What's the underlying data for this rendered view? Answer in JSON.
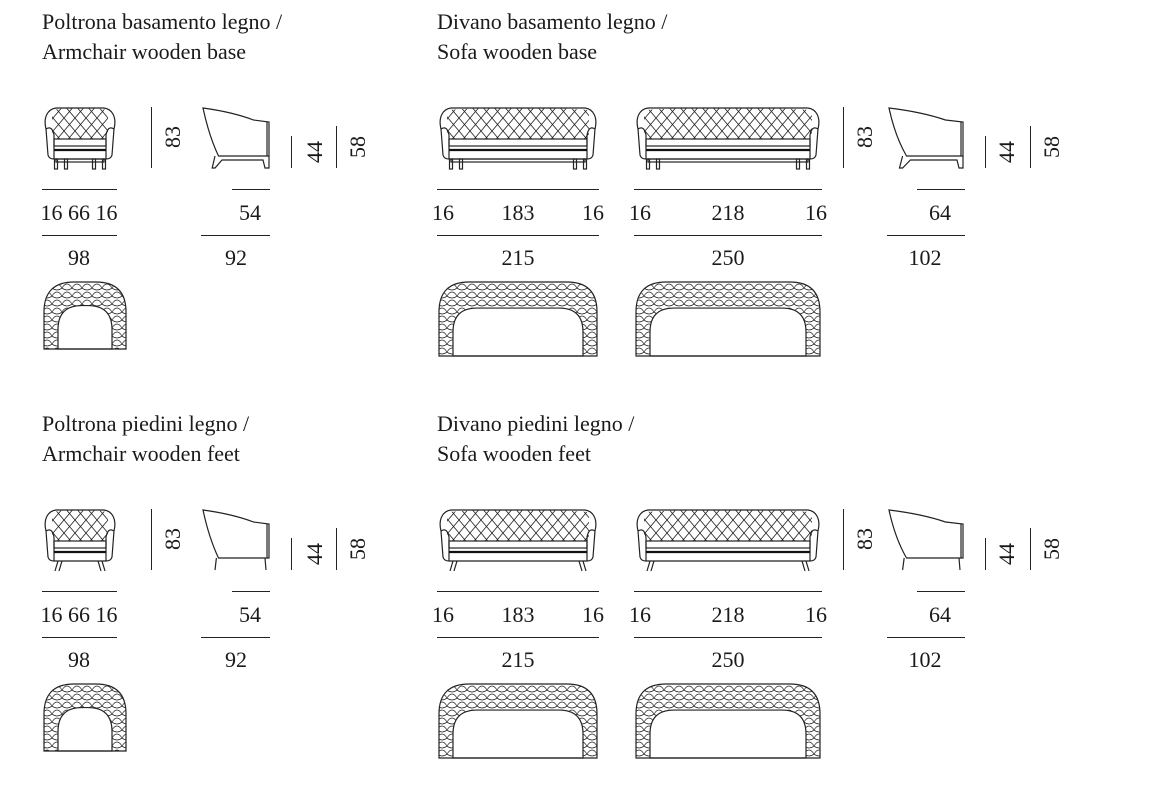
{
  "sections": [
    {
      "armchair": {
        "title_it": "Poltrona basamento legno /",
        "title_en": "Armchair wooden base",
        "height": "83",
        "seat_height": "44",
        "arm_height": "58",
        "width_parts": "16 66 16",
        "width_total": "98",
        "seat_depth": "54",
        "depth_total": "92"
      },
      "sofa": {
        "title_it": "Divano basamento legno /",
        "title_en": "Sofa wooden base",
        "height": "83",
        "seat_height": "44",
        "arm_height": "58",
        "small": {
          "left": "16",
          "middle": "183",
          "right": "16",
          "total": "215"
        },
        "large": {
          "left": "16",
          "middle": "218",
          "right": "16",
          "total": "250"
        },
        "seat_depth": "64",
        "depth_total": "102"
      }
    },
    {
      "armchair": {
        "title_it": "Poltrona piedini legno /",
        "title_en": "Armchair wooden feet",
        "height": "83",
        "seat_height": "44",
        "arm_height": "58",
        "width_parts": "16 66 16",
        "width_total": "98",
        "seat_depth": "54",
        "depth_total": "92"
      },
      "sofa": {
        "title_it": "Divano piedini legno /",
        "title_en": "Sofa wooden feet",
        "height": "83",
        "seat_height": "44",
        "arm_height": "58",
        "small": {
          "left": "16",
          "middle": "183",
          "right": "16",
          "total": "215"
        },
        "large": {
          "left": "16",
          "middle": "218",
          "right": "16",
          "total": "250"
        },
        "seat_depth": "64",
        "depth_total": "102"
      }
    }
  ]
}
